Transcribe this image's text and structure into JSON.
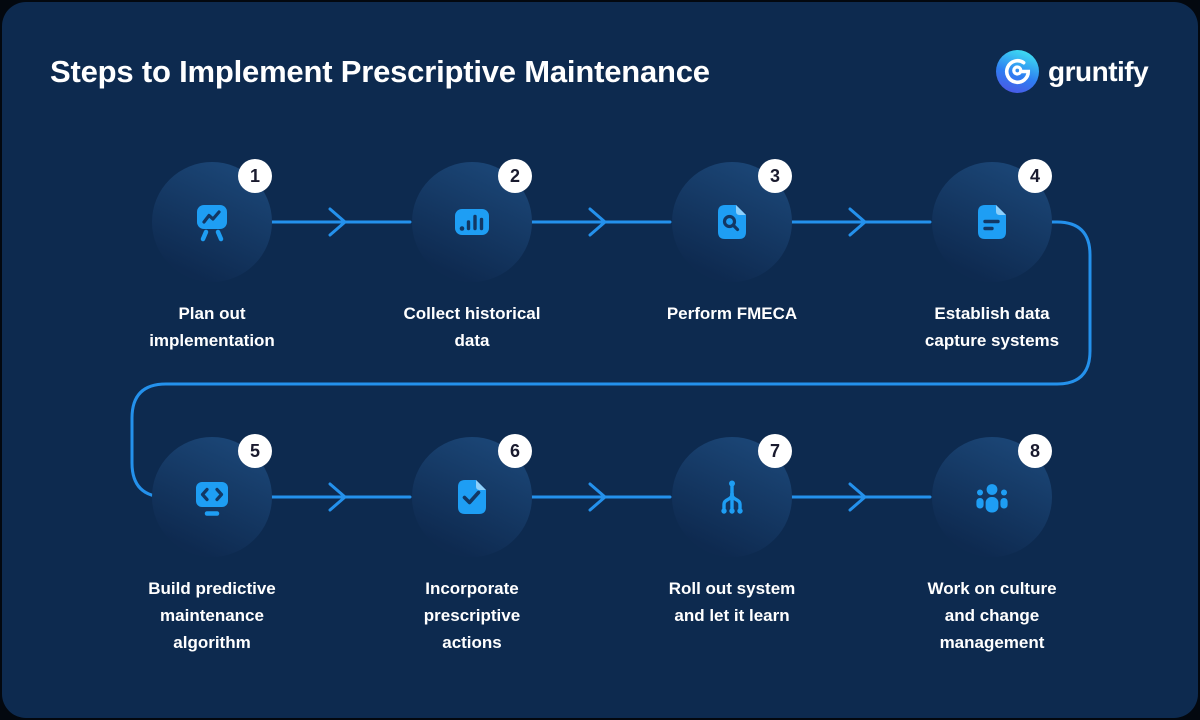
{
  "header": {
    "title": "Steps to Implement Prescriptive Maintenance",
    "brand": "gruntify"
  },
  "colors": {
    "background": "#0D2A4F",
    "outer_background": "#03080F",
    "icon_accent": "#1E9EF4",
    "connector_line": "#2491EC",
    "icon_cutout": "#123763",
    "document_fold": "#8FD0FA",
    "circle_gradient_top": "#1D4A7C",
    "circle_gradient_bottom": "#0E2A50",
    "badge_background": "#FFFFFF",
    "badge_number": "#191A2E",
    "text_primary": "#FFFFFF",
    "logo_gradient": [
      "#3EDCF2",
      "#2E7FF2",
      "#4C56E5"
    ]
  },
  "steps": [
    {
      "number": "1",
      "icon": "easel-chart-icon",
      "lines": [
        "Plan out",
        "implementation"
      ]
    },
    {
      "number": "2",
      "icon": "bar-chart-icon",
      "lines": [
        "Collect historical",
        "data"
      ]
    },
    {
      "number": "3",
      "icon": "document-search-icon",
      "lines": [
        "Perform FMECA"
      ]
    },
    {
      "number": "4",
      "icon": "document-text-icon",
      "lines": [
        "Establish data",
        "capture systems"
      ]
    },
    {
      "number": "5",
      "icon": "code-window-icon",
      "lines": [
        "Build predictive",
        "maintenance",
        "algorithm"
      ]
    },
    {
      "number": "6",
      "icon": "document-check-icon",
      "lines": [
        "Incorporate",
        "prescriptive",
        "actions"
      ]
    },
    {
      "number": "7",
      "icon": "branch-flow-icon",
      "lines": [
        "Roll out system",
        "and let it learn"
      ]
    },
    {
      "number": "8",
      "icon": "team-icon",
      "lines": [
        "Work on culture",
        "and change",
        "management"
      ]
    }
  ]
}
